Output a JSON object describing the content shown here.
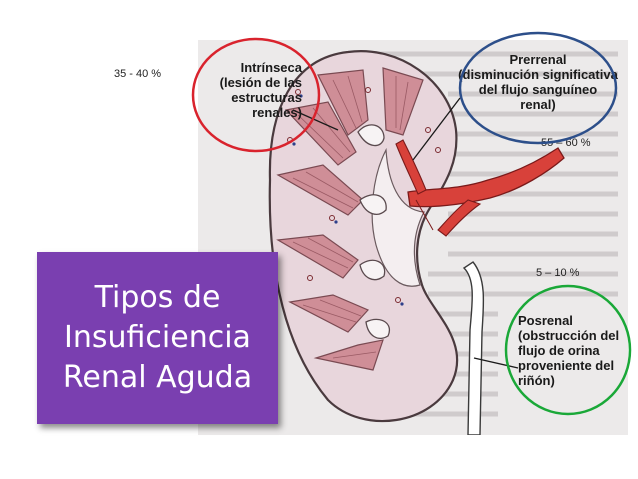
{
  "title": {
    "lines": [
      "Tipos de",
      "Insuficiencia",
      "Renal Aguda"
    ]
  },
  "categories": [
    {
      "key": "intrinseca",
      "percent": "35 - 40 %",
      "lines": [
        "Intrínseca",
        "(lesión de las",
        "estructuras",
        "renales)"
      ],
      "ring_color": "#d9232d"
    },
    {
      "key": "prerrenal",
      "percent": "55 – 60 %",
      "lines": [
        "Prerrenal",
        "(disminución significativa",
        "del flujo sanguíneo",
        "renal)"
      ],
      "ring_color": "#2d4f8a"
    },
    {
      "key": "posrenal",
      "percent": "5 – 10 %",
      "lines": [
        "Posrenal",
        "(obstrucción del",
        "flujo de orina",
        "proveniente del",
        "riñón)"
      ],
      "ring_color": "#1aa838"
    }
  ],
  "colors": {
    "title_box": "#7a3fb0",
    "artery": "#d8413a",
    "kidney_tissue": "#e8d6dc",
    "pyramids": "#cf8e97"
  }
}
